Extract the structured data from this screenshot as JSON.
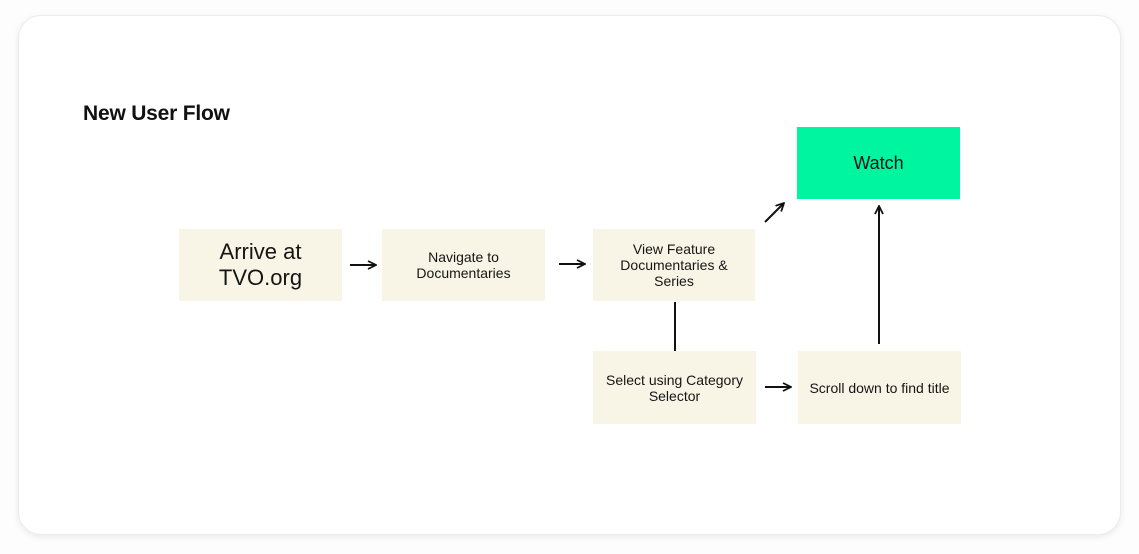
{
  "title": "New User Flow",
  "colors": {
    "node_fill": "#f8f5e6",
    "accent_fill": "#00f5a0",
    "arrow": "#111111"
  },
  "nodes": {
    "arrive": "Arrive at TVO.org",
    "navigate": "Navigate to Documentaries",
    "view": "View Feature Documentaries & Series",
    "select": "Select using Category Selector",
    "scroll": "Scroll down to find title",
    "watch": "Watch"
  }
}
